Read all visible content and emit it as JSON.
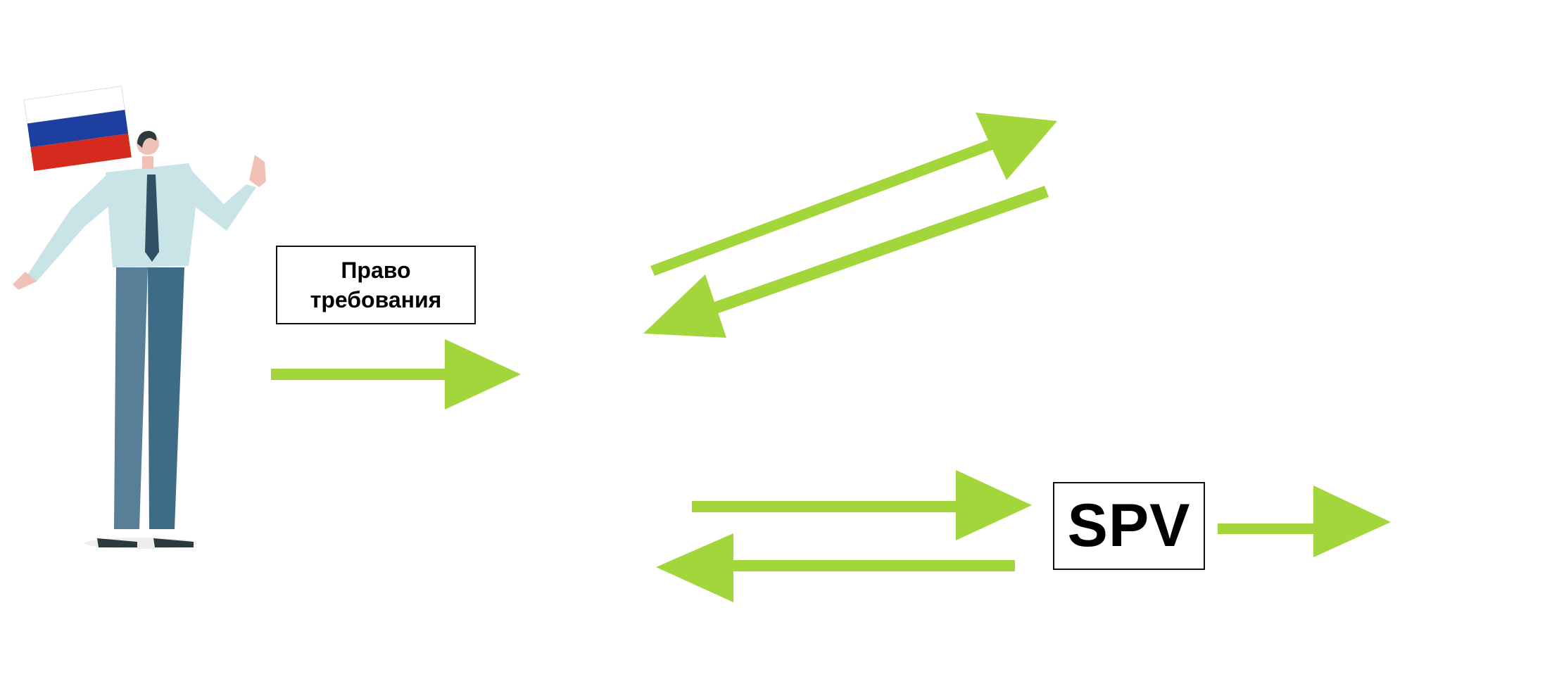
{
  "claim_box": {
    "line1": "Право",
    "line2": "требования"
  },
  "spv_box": {
    "label": "SPV"
  },
  "colors": {
    "arrow_green": "#a2d63a",
    "speech_bubble": "#9bcc3c",
    "shirt_light": "#c9e4e6",
    "suit_blue": "#577f98",
    "suit_dark": "#2f5166",
    "trousers_mid": "#4f7a94",
    "skin": "#f1c1b7",
    "hair_dark": "#2a3a3d",
    "yellow_shirt": "#f1b300",
    "navy_trousers": "#142a43",
    "flag_russia": [
      "#ffffff",
      "#1c3fa0",
      "#d52b1e"
    ],
    "flag_austria": [
      "#d7282f",
      "#ffffff",
      "#d7282f"
    ],
    "flag_eu": "#1d3f9e",
    "flag_kazakhstan": "#2ea8d1",
    "banknote_green": "#6f9b5a",
    "banknote_yellow": "#d6c27a",
    "banknote_purple": "#b48bc2"
  },
  "icons": {
    "flags": [
      "russia-flag-icon",
      "eu-flag-icon",
      "austria-flag-icon",
      "kazakhstan-flag-icon"
    ],
    "carts": [
      "shopping-cart-icon"
    ],
    "money": [
      "money-pile-icon"
    ],
    "face": [
      "smiley-icon"
    ]
  }
}
